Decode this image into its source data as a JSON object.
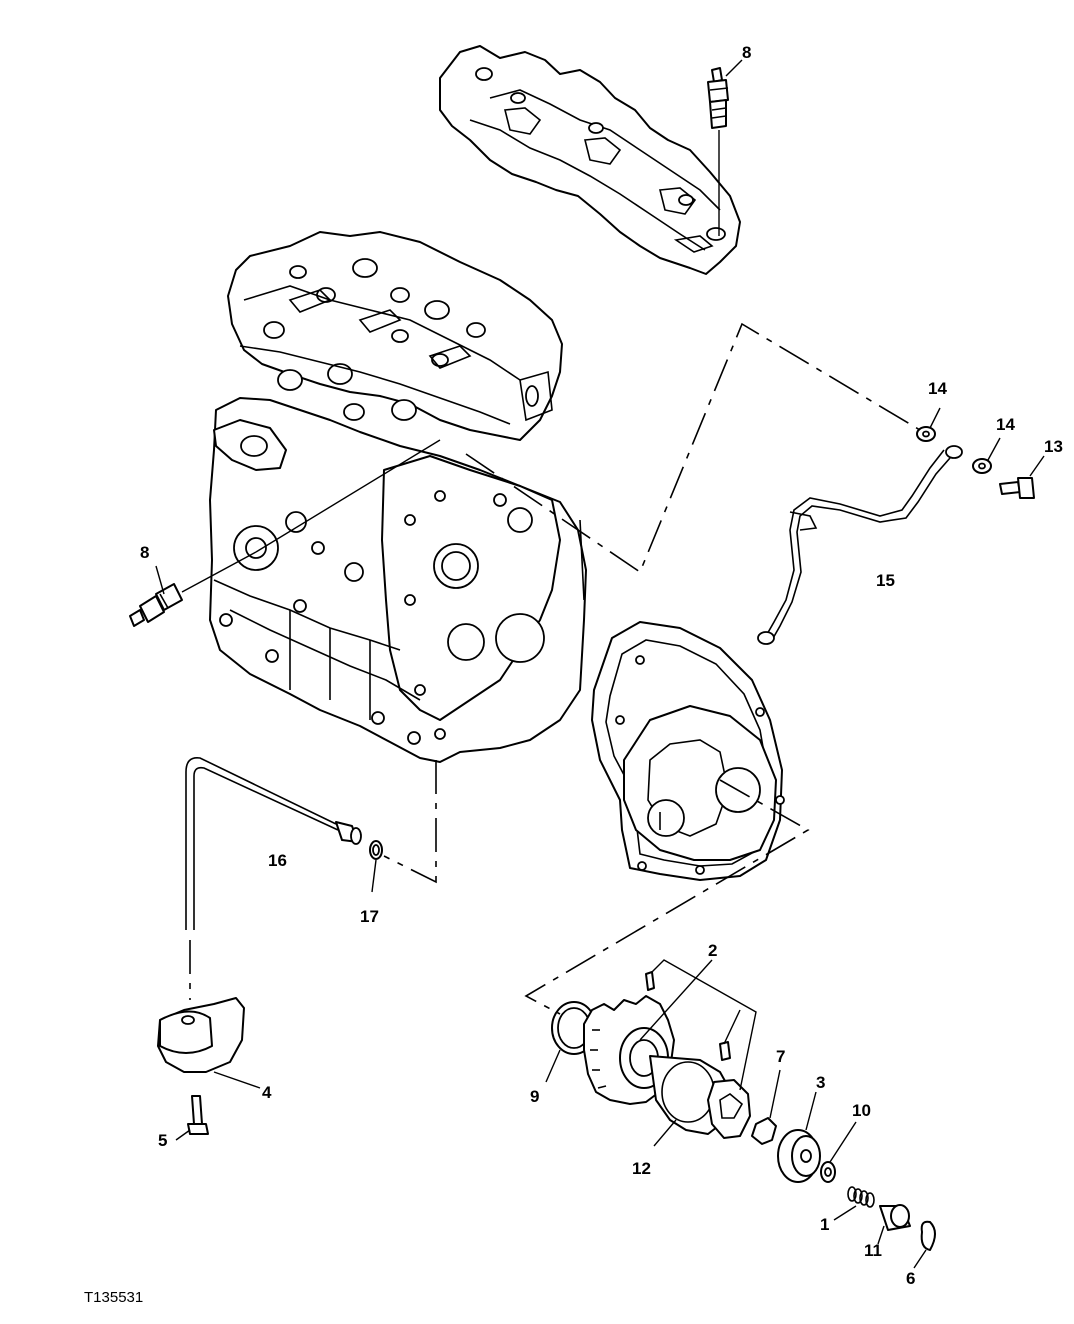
{
  "figure_id": "T135531",
  "callouts": {
    "c8_top": "8",
    "c8_left": "8",
    "c14_a": "14",
    "c14_b": "14",
    "c13": "13",
    "c15": "15",
    "c16": "16",
    "c17": "17",
    "c2": "2",
    "c7": "7",
    "c3": "3",
    "c10": "10",
    "c9": "9",
    "c12": "12",
    "c4": "4",
    "c5": "5",
    "c1": "1",
    "c11": "11",
    "c6": "6"
  }
}
